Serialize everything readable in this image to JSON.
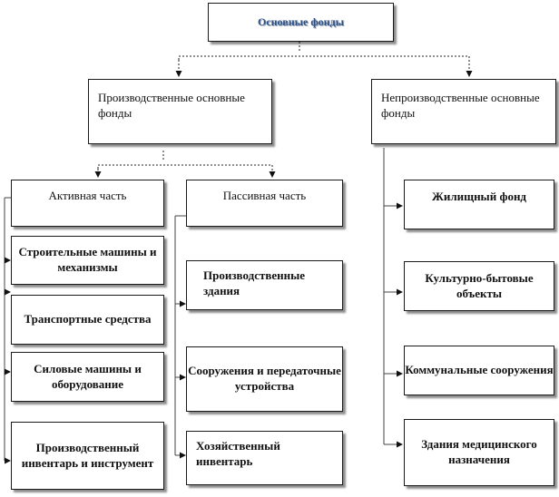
{
  "diagram": {
    "root": "Основные фонды",
    "production": {
      "label": "Производственные основные фонды"
    },
    "nonproduction": {
      "label": "Непроизводственные основные  фонды"
    },
    "active": {
      "label": "Активная часть",
      "items": [
        "Строительные машины и механизмы",
        "Транспортные средства",
        "Силовые машины и оборудование",
        "Производственный инвентарь и инструмент"
      ]
    },
    "passive": {
      "label": "Пассивная часть",
      "items": [
        "Производственные здания",
        "Сооружения и передаточные устройства",
        "Хозяйственный инвентарь"
      ]
    },
    "nonprod_items": [
      "Жилищный фонд",
      "Культурно-бытовые объекты",
      "Коммунальные сооружения",
      "Здания медицинского назначения"
    ]
  }
}
